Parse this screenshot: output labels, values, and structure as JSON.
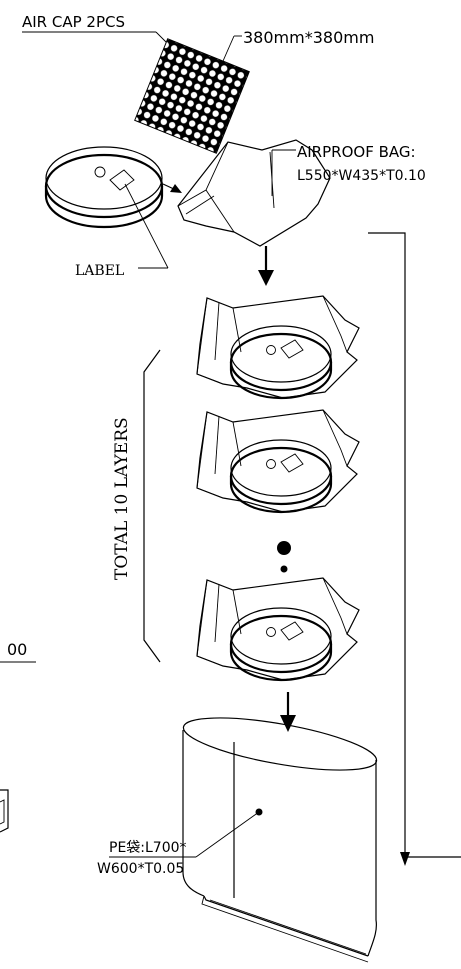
{
  "labels": {
    "air_cap": "AIR CAP 2PCS",
    "air_cap_size": "380mm*380mm",
    "airproof_bag": "AIRPROOF BAG:",
    "airproof_bag_size": "L550*W435*T0.10",
    "label": "LABEL",
    "total_layers": "TOTAL 10 LAYERS",
    "partial_number": "00",
    "pe_bag_line1": "PE袋:L700*",
    "pe_bag_line2": "W600*T0.05"
  },
  "icons": {
    "reel": "tape-reel-icon",
    "bag": "bag-icon",
    "arrow": "arrow-down-icon",
    "air_cap": "bubble-wrap-icon"
  },
  "layers": 10
}
